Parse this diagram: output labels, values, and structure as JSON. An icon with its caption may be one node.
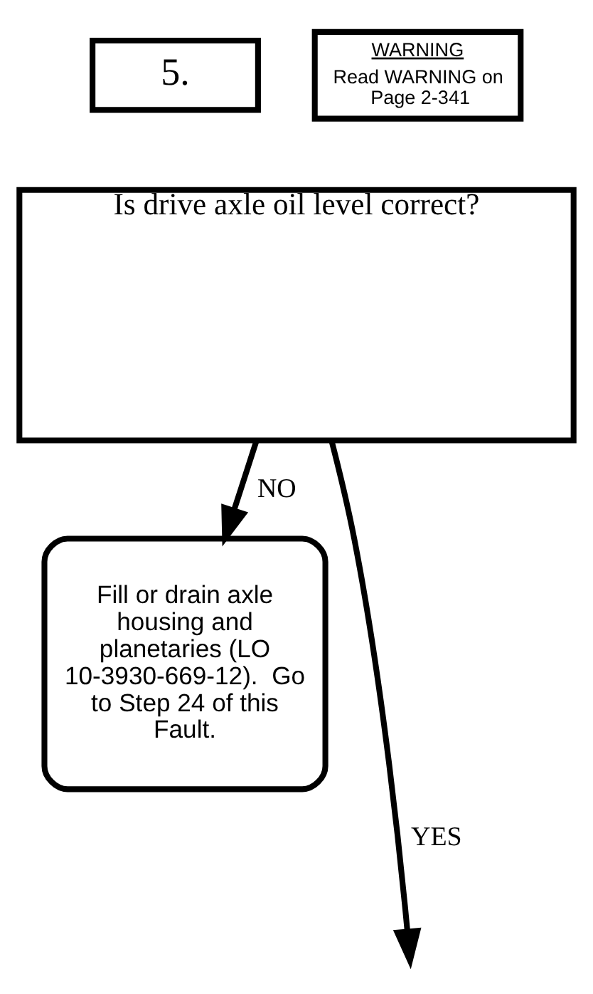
{
  "diagram": {
    "nodes": [
      {
        "text": [
          "5."
        ]
      },
      {
        "text": [
          "WARNING",
          "Read WARNING on Page 2-341"
        ]
      },
      {
        "text": [
          "Is drive axle oil level correct?"
        ]
      },
      {
        "text": [
          "Fill or drain axle housing and planetaries (LO 10-3930-669-12).  Go to Step 24 of this Fault."
        ]
      }
    ],
    "edges": [
      {
        "from": 2,
        "to": 3,
        "arrow": "to",
        "label": "NO"
      },
      {
        "from": 2,
        "to": null,
        "arrow": "to",
        "label": "YES"
      }
    ]
  }
}
